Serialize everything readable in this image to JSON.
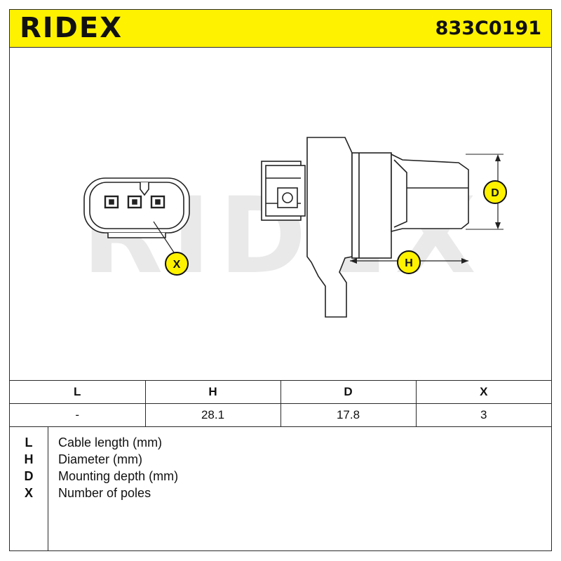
{
  "header": {
    "brand": "RIDEX",
    "part_number": "833C0191",
    "background_color": "#fff200"
  },
  "drawing": {
    "watermark": "RIDEX",
    "callouts": {
      "x": "X",
      "h": "H",
      "d": "D"
    },
    "callout_color": "#fff200"
  },
  "dimensions": {
    "headers": [
      "L",
      "H",
      "D",
      "X"
    ],
    "values": [
      "-",
      "28.1",
      "17.8",
      "3"
    ]
  },
  "legend": [
    {
      "key": "L",
      "description": "Cable length (mm)"
    },
    {
      "key": "H",
      "description": "Diameter (mm)"
    },
    {
      "key": "D",
      "description": "Mounting depth (mm)"
    },
    {
      "key": "X",
      "description": "Number of poles"
    }
  ]
}
